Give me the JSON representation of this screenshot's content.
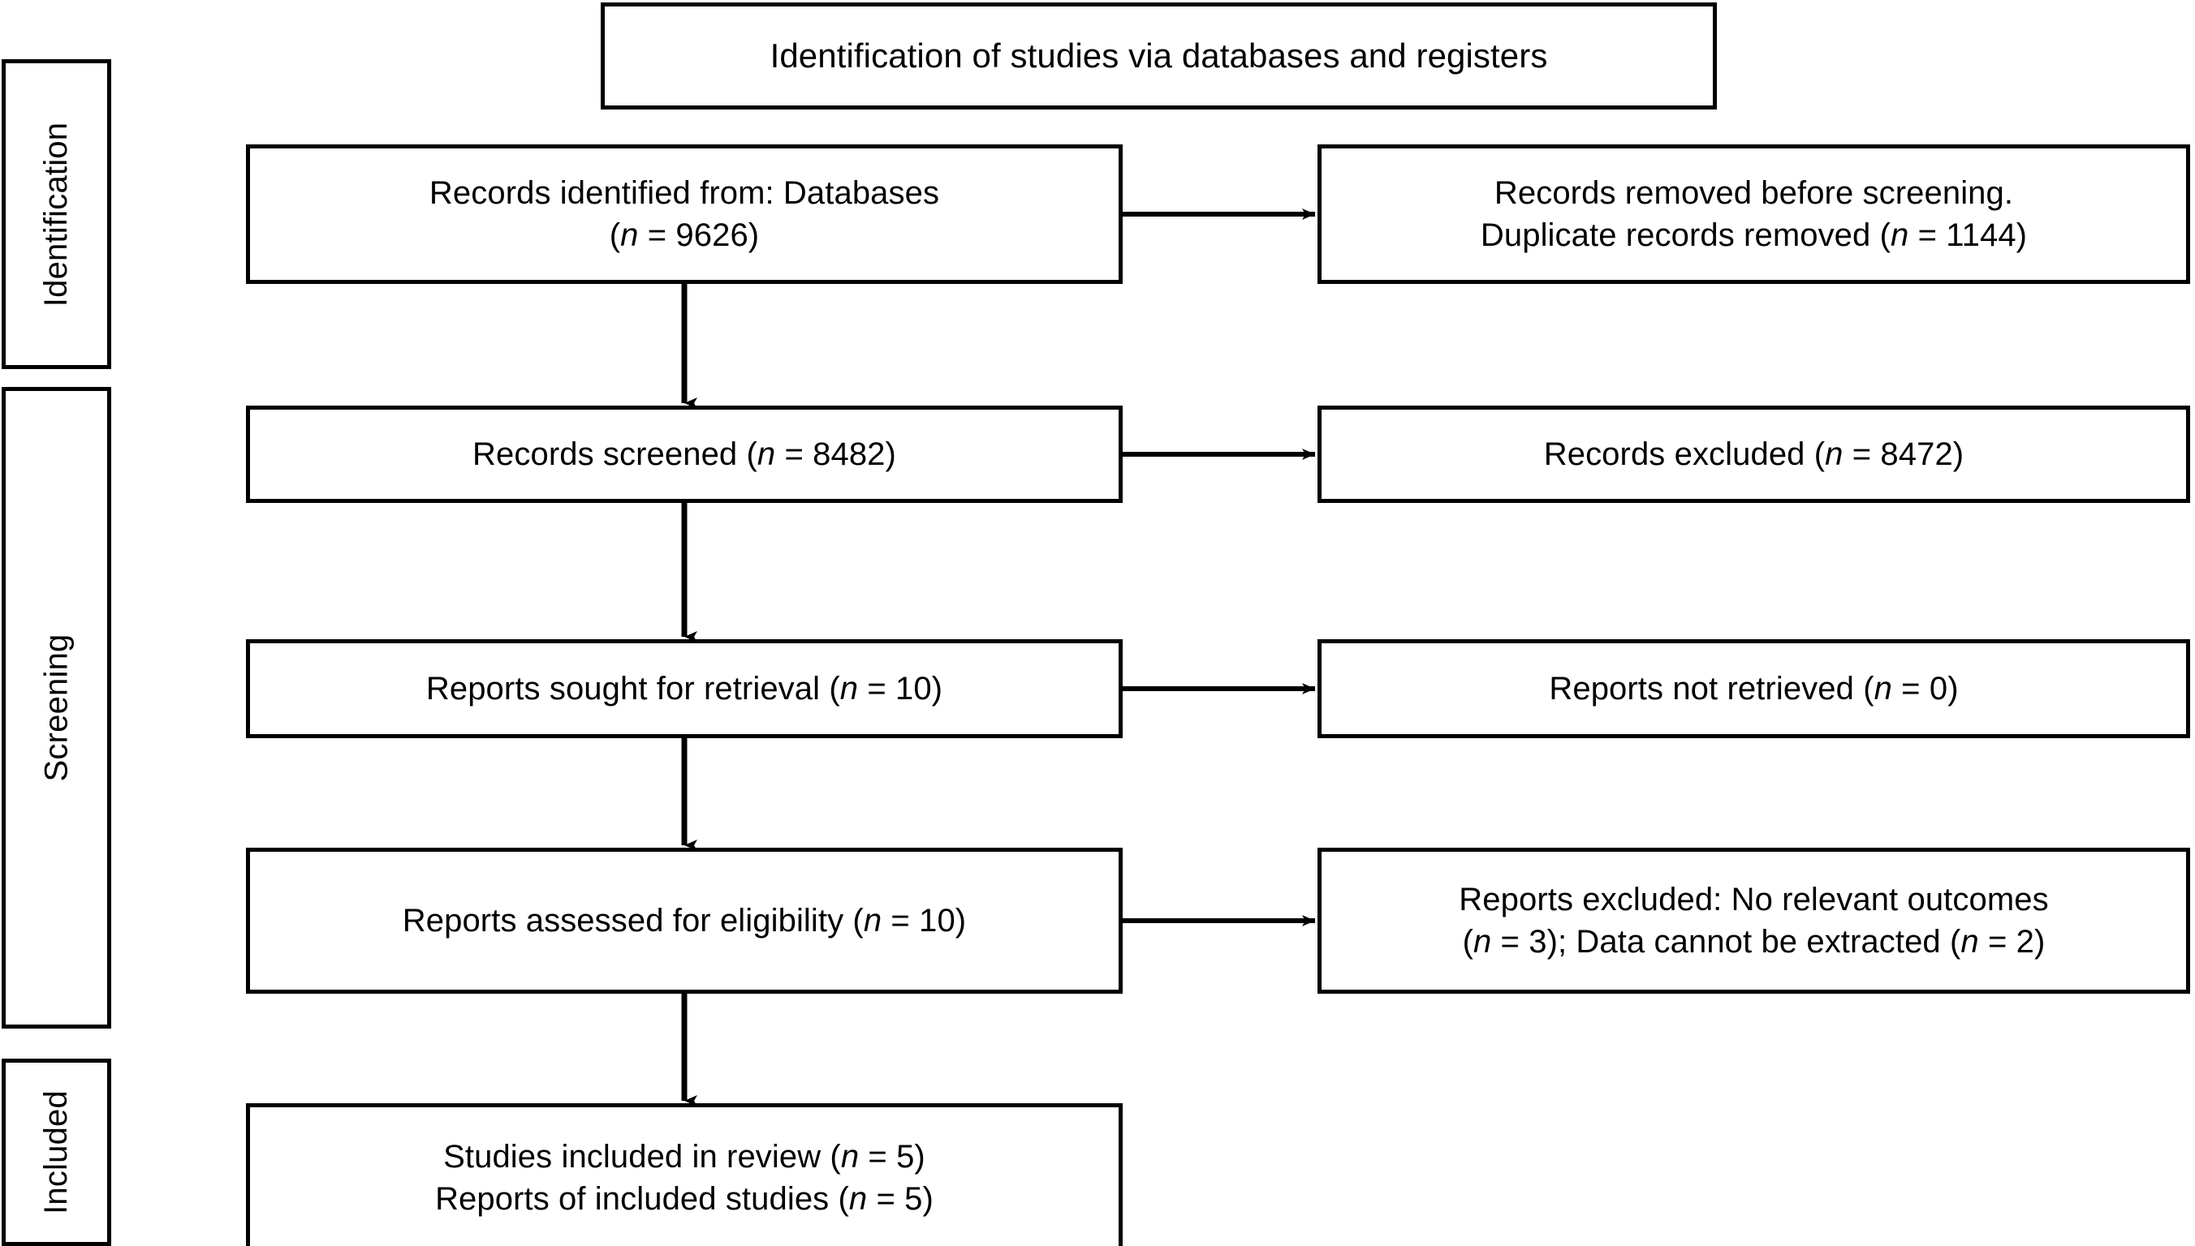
{
  "title": {
    "text": "Identification of studies via databases and registers"
  },
  "stages": [
    {
      "id": "identification",
      "label": "Identification"
    },
    {
      "id": "screening",
      "label": "Screening"
    },
    {
      "id": "included",
      "label": "Included"
    }
  ],
  "main_column": [
    {
      "id": "identified",
      "lines": [
        "Records identified from: Databases",
        "(n = 9626)"
      ]
    },
    {
      "id": "screened",
      "lines": [
        "Records screened (n = 8482)"
      ]
    },
    {
      "id": "sought",
      "lines": [
        "Reports sought for retrieval (n = 10)"
      ]
    },
    {
      "id": "assessed",
      "lines": [
        "Reports assessed for eligibility (n = 10)"
      ]
    },
    {
      "id": "included",
      "lines": [
        "Studies included in review (n = 5)",
        "Reports of included studies (n = 5)"
      ]
    }
  ],
  "side_column": [
    {
      "id": "removed",
      "lines": [
        "Records removed before screening.",
        "Duplicate records removed (n = 1144)"
      ]
    },
    {
      "id": "excluded",
      "lines": [
        "Records excluded (n = 8472)"
      ]
    },
    {
      "id": "notretrieved",
      "lines": [
        "Reports not retrieved (n = 0)"
      ]
    },
    {
      "id": "repexcluded",
      "lines": [
        "Reports excluded: No relevant outcomes",
        "(n = 3); Data cannot be extracted (n = 2)"
      ]
    }
  ],
  "chart_data": {
    "type": "diagram",
    "diagram_kind": "PRISMA 2020 flow diagram",
    "title": "Identification of studies via databases and registers",
    "phases": [
      {
        "phase": "Identification",
        "nodes": [
          {
            "label": "Records identified from: Databases",
            "n": 9626
          },
          {
            "label": "Records removed before screening. Duplicate records removed",
            "n": 1144
          }
        ]
      },
      {
        "phase": "Screening",
        "nodes": [
          {
            "label": "Records screened",
            "n": 8482
          },
          {
            "label": "Records excluded",
            "n": 8472
          },
          {
            "label": "Reports sought for retrieval",
            "n": 10
          },
          {
            "label": "Reports not retrieved",
            "n": 0
          },
          {
            "label": "Reports assessed for eligibility",
            "n": 10
          },
          {
            "label": "Reports excluded: No relevant outcomes",
            "n": 3
          },
          {
            "label": "Reports excluded: Data cannot be extracted",
            "n": 2
          }
        ]
      },
      {
        "phase": "Included",
        "nodes": [
          {
            "label": "Studies included in review",
            "n": 5
          },
          {
            "label": "Reports of included studies",
            "n": 5
          }
        ]
      }
    ],
    "edges": [
      {
        "from": "Records identified from: Databases",
        "to": "Records removed before screening.",
        "direction": "right"
      },
      {
        "from": "Records identified from: Databases",
        "to": "Records screened",
        "direction": "down"
      },
      {
        "from": "Records screened",
        "to": "Records excluded",
        "direction": "right"
      },
      {
        "from": "Records screened",
        "to": "Reports sought for retrieval",
        "direction": "down"
      },
      {
        "from": "Reports sought for retrieval",
        "to": "Reports not retrieved",
        "direction": "right"
      },
      {
        "from": "Reports sought for retrieval",
        "to": "Reports assessed for eligibility",
        "direction": "down"
      },
      {
        "from": "Reports assessed for eligibility",
        "to": "Reports excluded",
        "direction": "right"
      },
      {
        "from": "Reports assessed for eligibility",
        "to": "Studies included in review",
        "direction": "down"
      }
    ],
    "colors": {
      "stroke": "#000000",
      "fill": "#ffffff",
      "text": "#000000"
    }
  }
}
